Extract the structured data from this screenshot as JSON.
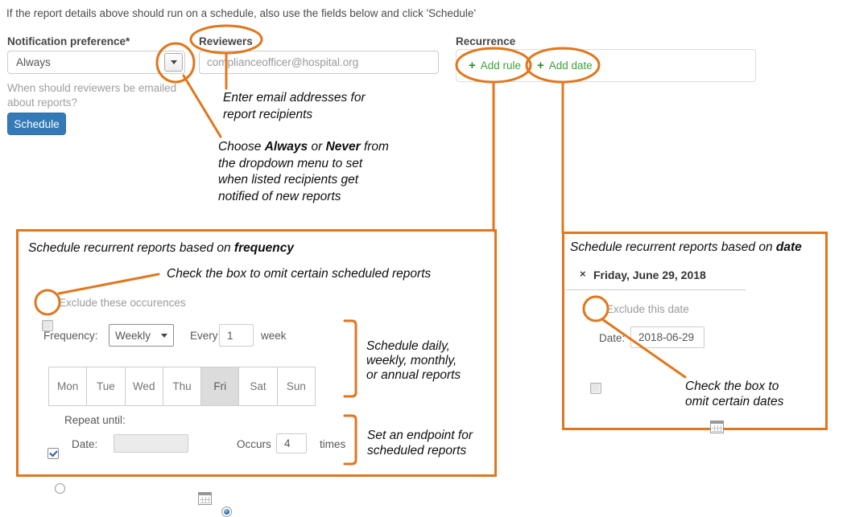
{
  "colors": {
    "accent_orange": "#e0771e",
    "link_green": "#3fa03f",
    "plus_green": "#2d8b2d",
    "button_blue": "#337ab7"
  },
  "header": {
    "instruction": "If the report details above should run on a schedule, also use the fields below and click 'Schedule'"
  },
  "notification": {
    "label": "Notification preference*",
    "value": "Always",
    "helper_line1": "When should reviewers be emailed",
    "helper_line2": "about reports?",
    "schedule_button": "Schedule"
  },
  "reviewers": {
    "label": "Reviewers",
    "value": "complianceofficer@hospital.org"
  },
  "recurrence": {
    "label": "Recurrence",
    "plus": "+",
    "add_rule": "Add rule",
    "add_date": "Add date"
  },
  "annotations": {
    "enter_email": [
      "Enter email addresses for",
      "report recipients"
    ],
    "choose": {
      "l1": [
        "Choose ",
        "Always",
        " or ",
        "Never",
        " from"
      ],
      "l2": "the dropdown menu to set",
      "l3": "when listed recipients get",
      "l4": "notified of new reports"
    },
    "omit_scheduled": "Check the box to omit certain scheduled reports",
    "freq_brace": [
      "Schedule daily,",
      "weekly, monthly,",
      "or annual reports"
    ],
    "endpoint_brace": [
      "Set an endpoint for",
      "scheduled reports"
    ],
    "omit_dates": [
      "Check the box to",
      "omit certain dates"
    ]
  },
  "freq_box": {
    "title_prefix": "Schedule recurrent reports based on ",
    "title_bold": "frequency",
    "exclude_label": "Exclude these occurences",
    "frequency_label": "Frequency:",
    "frequency_value": "Weekly",
    "every_label": "Every",
    "every_value": "1",
    "week_label": "week",
    "days": [
      "Mon",
      "Tue",
      "Wed",
      "Thu",
      "Fri",
      "Sat",
      "Sun"
    ],
    "selected_day": "Fri",
    "repeat_label": "Repeat until:",
    "date_label": "Date:",
    "occurs_label": "Occurs",
    "occurs_value": "4",
    "times_label": "times"
  },
  "date_box": {
    "title_prefix": "Schedule recurrent reports based on ",
    "title_bold": "date",
    "close": "×",
    "date_heading": "Friday, June 29, 2018",
    "exclude_label": "Exclude this date",
    "date_label": "Date:",
    "date_value": "2018-06-29"
  }
}
